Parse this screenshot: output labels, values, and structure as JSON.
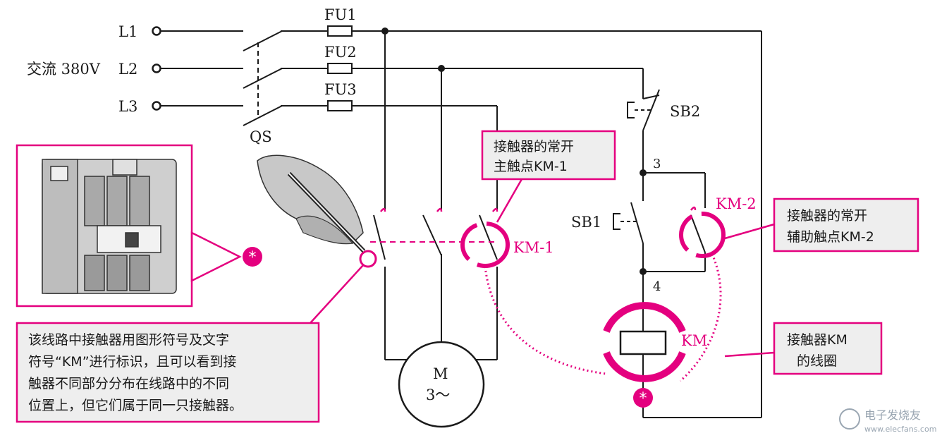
{
  "labels": {
    "L1": "L1",
    "L2": "L2",
    "L3": "L3",
    "supply": "交流 380V",
    "FU1": "FU1",
    "FU2": "FU2",
    "FU3": "FU3",
    "QS": "QS",
    "SB2": "SB2",
    "SB1": "SB1",
    "node3": "3",
    "node4": "4",
    "KM1": "KM-1",
    "KM2": "KM-2",
    "KM": "KM",
    "motor_M": "M",
    "motor_phase": "3～"
  },
  "callouts": {
    "main_contact": [
      "接触器的常开",
      "主触点KM-1"
    ],
    "aux_contact": [
      "接触器的常开",
      "辅助触点KM-2"
    ],
    "coil": [
      "接触器KM",
      "的线圈"
    ],
    "explanation": [
      "该线路中接触器用图形符号及文字",
      "符号“KM”进行标识，且可以看到接",
      "触器不同部分分布在线路中的不同",
      "位置上，但它们属于同一只接触器。"
    ]
  },
  "markers": {
    "asterisk": "*"
  },
  "watermark": {
    "name": "电子发烧友",
    "url": "www.elecfans.com"
  },
  "colors": {
    "accent": "#e4007f",
    "wire": "#1a1a1a",
    "callout_fill": "#eeeeee"
  }
}
